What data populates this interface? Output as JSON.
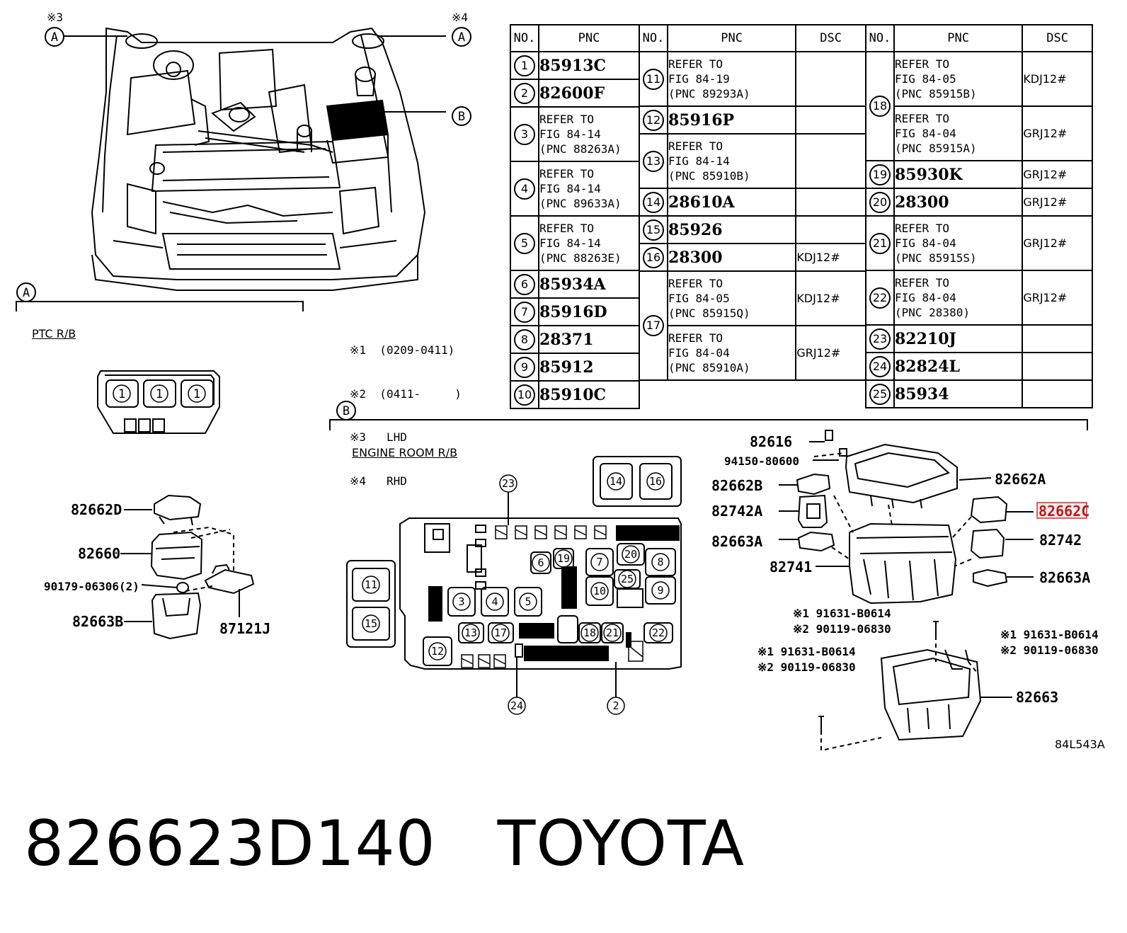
{
  "callouts": {
    "a_left_note": "※3",
    "a_right_note": "※4",
    "a_letter": "A",
    "b_letter": "B"
  },
  "sections": {
    "ptc_title": "PTC R/B",
    "engine_title": "ENGINE ROOM R/B",
    "ptc_fuse_labels": [
      "1",
      "1",
      "1"
    ]
  },
  "notes": [
    "※1  (0209-0411)",
    "※2  (0411-     )",
    "※3   LHD",
    "※4   RHD"
  ],
  "table": {
    "headers": {
      "no": "NO.",
      "pnc": "PNC",
      "dsc": "DSC"
    },
    "col1": [
      {
        "no": "1",
        "pnc": "85913C"
      },
      {
        "no": "2",
        "pnc": "82600F"
      },
      {
        "no": "3",
        "refer": [
          "REFER TO",
          "FIG 84-14",
          "(PNC 88263A)"
        ]
      },
      {
        "no": "4",
        "refer": [
          "REFER TO",
          "FIG 84-14",
          "(PNC 89633A)"
        ]
      },
      {
        "no": "5",
        "refer": [
          "REFER TO",
          "FIG 84-14",
          "(PNC 88263E)"
        ]
      },
      {
        "no": "6",
        "pnc": "85934A"
      },
      {
        "no": "7",
        "pnc": "85916D"
      },
      {
        "no": "8",
        "pnc": "28371"
      },
      {
        "no": "9",
        "pnc": "85912"
      },
      {
        "no": "10",
        "pnc": "85910C"
      }
    ],
    "col2": [
      {
        "no": "11",
        "refer": [
          "REFER TO",
          "FIG 84-19",
          "(PNC 89293A)"
        ],
        "dsc": ""
      },
      {
        "no": "12",
        "pnc": "85916P",
        "dsc": ""
      },
      {
        "no": "13",
        "refer": [
          "REFER TO",
          "FIG 84-14",
          "(PNC 85910B)"
        ],
        "dsc": ""
      },
      {
        "no": "14",
        "pnc": "28610A",
        "dsc": ""
      },
      {
        "no": "15",
        "pnc": "85926",
        "dsc": ""
      },
      {
        "no": "16",
        "pnc": "28300",
        "dsc": "KDJ12#"
      },
      {
        "no": "17",
        "refer": [
          "REFER TO",
          "FIG 84-05",
          "(PNC 85915Q)"
        ],
        "dsc": "KDJ12#"
      },
      {
        "no": "",
        "refer": [
          "REFER TO",
          "FIG 84-04",
          "(PNC 85910A)"
        ],
        "dsc": "GRJ12#"
      }
    ],
    "col3": [
      {
        "no": "18",
        "refer": [
          "REFER TO",
          "FIG 84-05",
          "(PNC 85915B)"
        ],
        "dsc": "KDJ12#"
      },
      {
        "no": "",
        "refer": [
          "REFER TO",
          "FIG 84-04",
          "(PNC 85915A)"
        ],
        "dsc": "GRJ12#"
      },
      {
        "no": "19",
        "pnc": "85930K",
        "dsc": "GRJ12#"
      },
      {
        "no": "20",
        "pnc": "28300",
        "dsc": "GRJ12#"
      },
      {
        "no": "21",
        "refer": [
          "REFER TO",
          "FIG 84-04",
          "(PNC 85915S)"
        ],
        "dsc": "GRJ12#"
      },
      {
        "no": "22",
        "refer": [
          "REFER TO",
          "FIG 84-04",
          "(PNC 28380)"
        ],
        "dsc": "GRJ12#"
      },
      {
        "no": "23",
        "pnc": "82210J",
        "dsc": ""
      },
      {
        "no": "24",
        "pnc": "82824L",
        "dsc": ""
      },
      {
        "no": "25",
        "pnc": "85934",
        "dsc": ""
      }
    ]
  },
  "ptc_parts": {
    "p1": "82662D",
    "p2": "82660",
    "p3": "90179-06306(2)",
    "p4": "82663B",
    "p5": "87121J"
  },
  "engine_parts": {
    "p82616": "82616",
    "p94150": "94150-80600",
    "p82662B": "82662B",
    "p82662A": "82662A",
    "p82742A": "82742A",
    "p82662C": "82662C",
    "p82663A_l": "82663A",
    "p82742": "82742",
    "p82741": "82741",
    "p82663A_r": "82663A",
    "bolt1_a": "※1 91631-B0614",
    "bolt1_b": "※2 90119-06830",
    "bolt2_a": "※1 91631-B0614",
    "bolt2_b": "※2 90119-06830",
    "bolt3_a": "※1 91631-B0614",
    "bolt3_b": "※2 90119-06830",
    "p82663": "82663"
  },
  "fuse_layout_labels": {
    "f23": "23",
    "f14": "14",
    "f16": "16",
    "f11": "11",
    "f15": "15",
    "f6": "6",
    "f19": "19",
    "f7": "7",
    "f20": "20",
    "f8": "8",
    "f25": "25",
    "f10": "10",
    "f9": "9",
    "f3": "3",
    "f4": "4",
    "f5": "5",
    "f13": "13",
    "f17": "17",
    "f18": "18",
    "f21": "21",
    "f22": "22",
    "f12": "12",
    "f24": "24",
    "f2": "2"
  },
  "figure_code": "84L543A",
  "footer": {
    "part_number": "826623D140",
    "brand": "TOYOTA"
  }
}
